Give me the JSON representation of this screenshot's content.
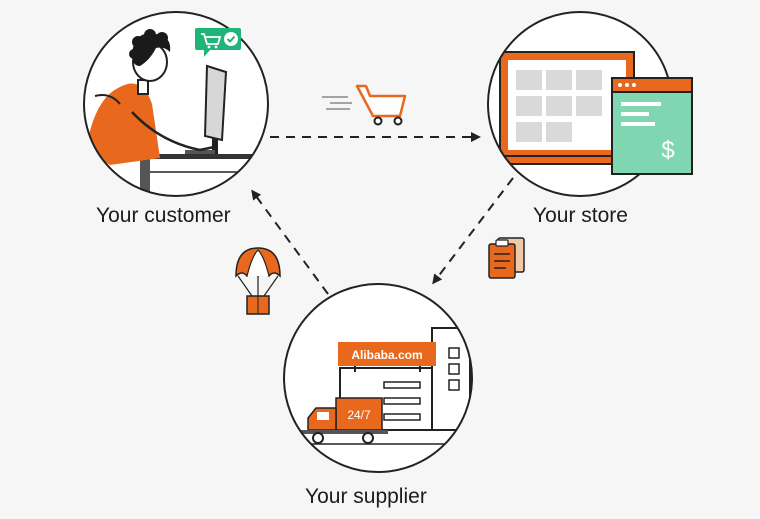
{
  "nodes": {
    "customer": {
      "label": "Your customer"
    },
    "store": {
      "label": "Your store",
      "price_symbol": "$"
    },
    "supplier": {
      "label": "Your supplier",
      "brand": "Alibaba.com",
      "badge": "24/7"
    }
  },
  "colors": {
    "accent": "#e8691e",
    "mint": "#7fd6b0",
    "check_green": "#20b578",
    "outline": "#222222",
    "background": "#f6f6f6"
  },
  "icons": {
    "customer_to_store": "shopping-cart-icon",
    "store_to_supplier": "clipboard-order-icon",
    "supplier_to_customer": "parachute-package-icon",
    "customer_badge": "cart-check-icon"
  }
}
